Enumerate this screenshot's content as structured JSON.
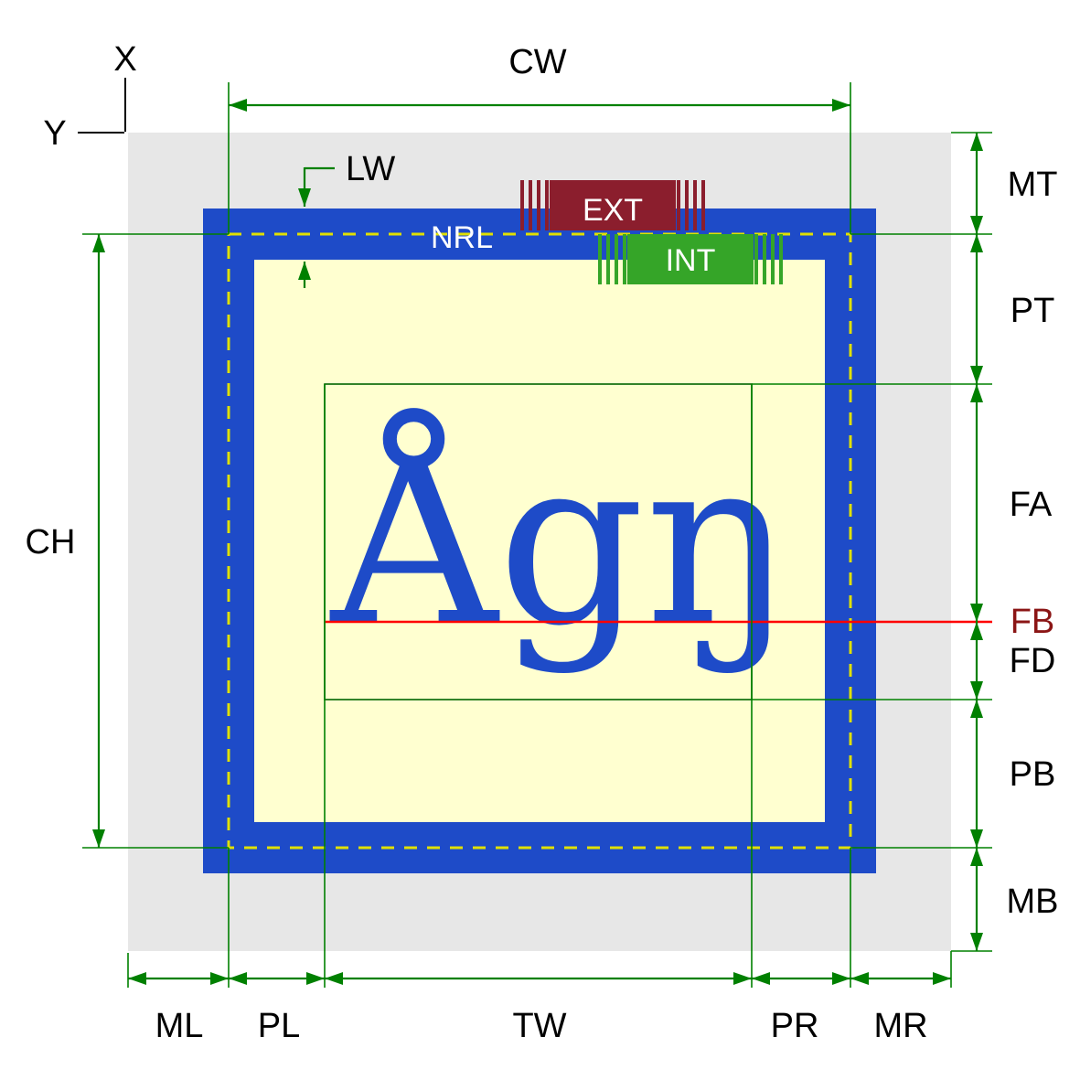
{
  "figure": {
    "glyph_sample": "Ågŋ"
  },
  "labels": {
    "x_axis": "X",
    "y_axis": "Y",
    "cell_width": "CW",
    "cell_height": "CH",
    "line_width": "LW",
    "nominal_rendering_line": "NRL",
    "extent_exterior": "EXT",
    "extent_interior": "INT",
    "margin_top": "MT",
    "padding_top": "PT",
    "font_ascent": "FA",
    "font_baseline": "FB",
    "font_descent": "FD",
    "padding_bottom": "PB",
    "margin_bottom": "MB",
    "margin_left": "ML",
    "padding_left": "PL",
    "text_width": "TW",
    "padding_right": "PR",
    "margin_right": "MR"
  },
  "colors": {
    "margin_gray": "#e7e7e7",
    "border_blue": "#1e4bc8",
    "padding_cream": "#ffffd0",
    "nrl_yellow": "#e0e000",
    "dimension_green": "#008000",
    "text_box_green": "#006400",
    "baseline_red": "#ff0000",
    "ext_maroon": "#8b1e2d",
    "int_green": "#35a528",
    "glyph_blue": "#1e4bc8",
    "fb_label_red": "#8b1515"
  }
}
